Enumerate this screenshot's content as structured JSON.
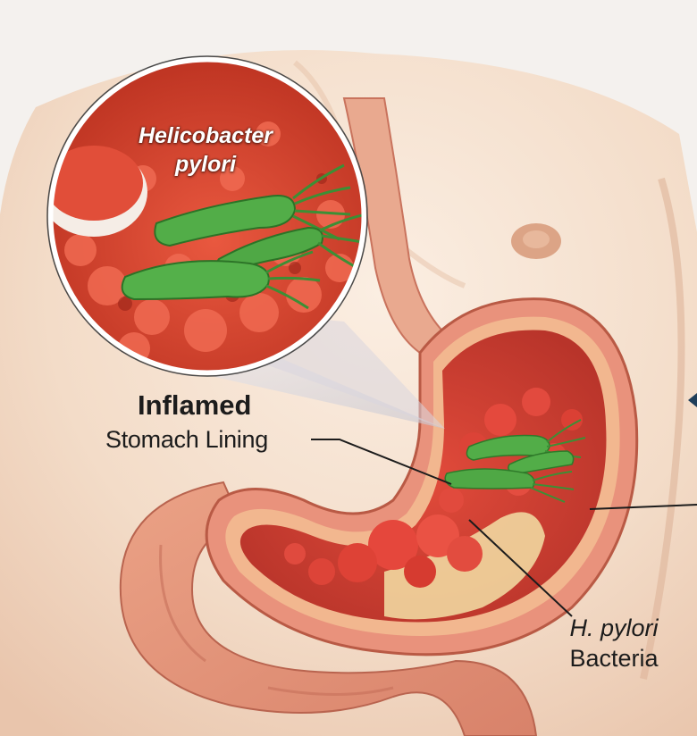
{
  "zoom_callout": {
    "title_line1": "Helicobacter",
    "title_line2": "pylori"
  },
  "labels": {
    "inflamed_line1": "Inflamed",
    "inflamed_line2": "Stomach Lining",
    "bacteria_line1": "H. pylori",
    "bacteria_line2": "Bacteria"
  },
  "colors": {
    "skin": "#f6e3d3",
    "stomach_wall": "#e7907c",
    "stomach_inner": "#d8483a",
    "bacteria": "#52ad48",
    "leader_line": "#1c1c1c"
  }
}
